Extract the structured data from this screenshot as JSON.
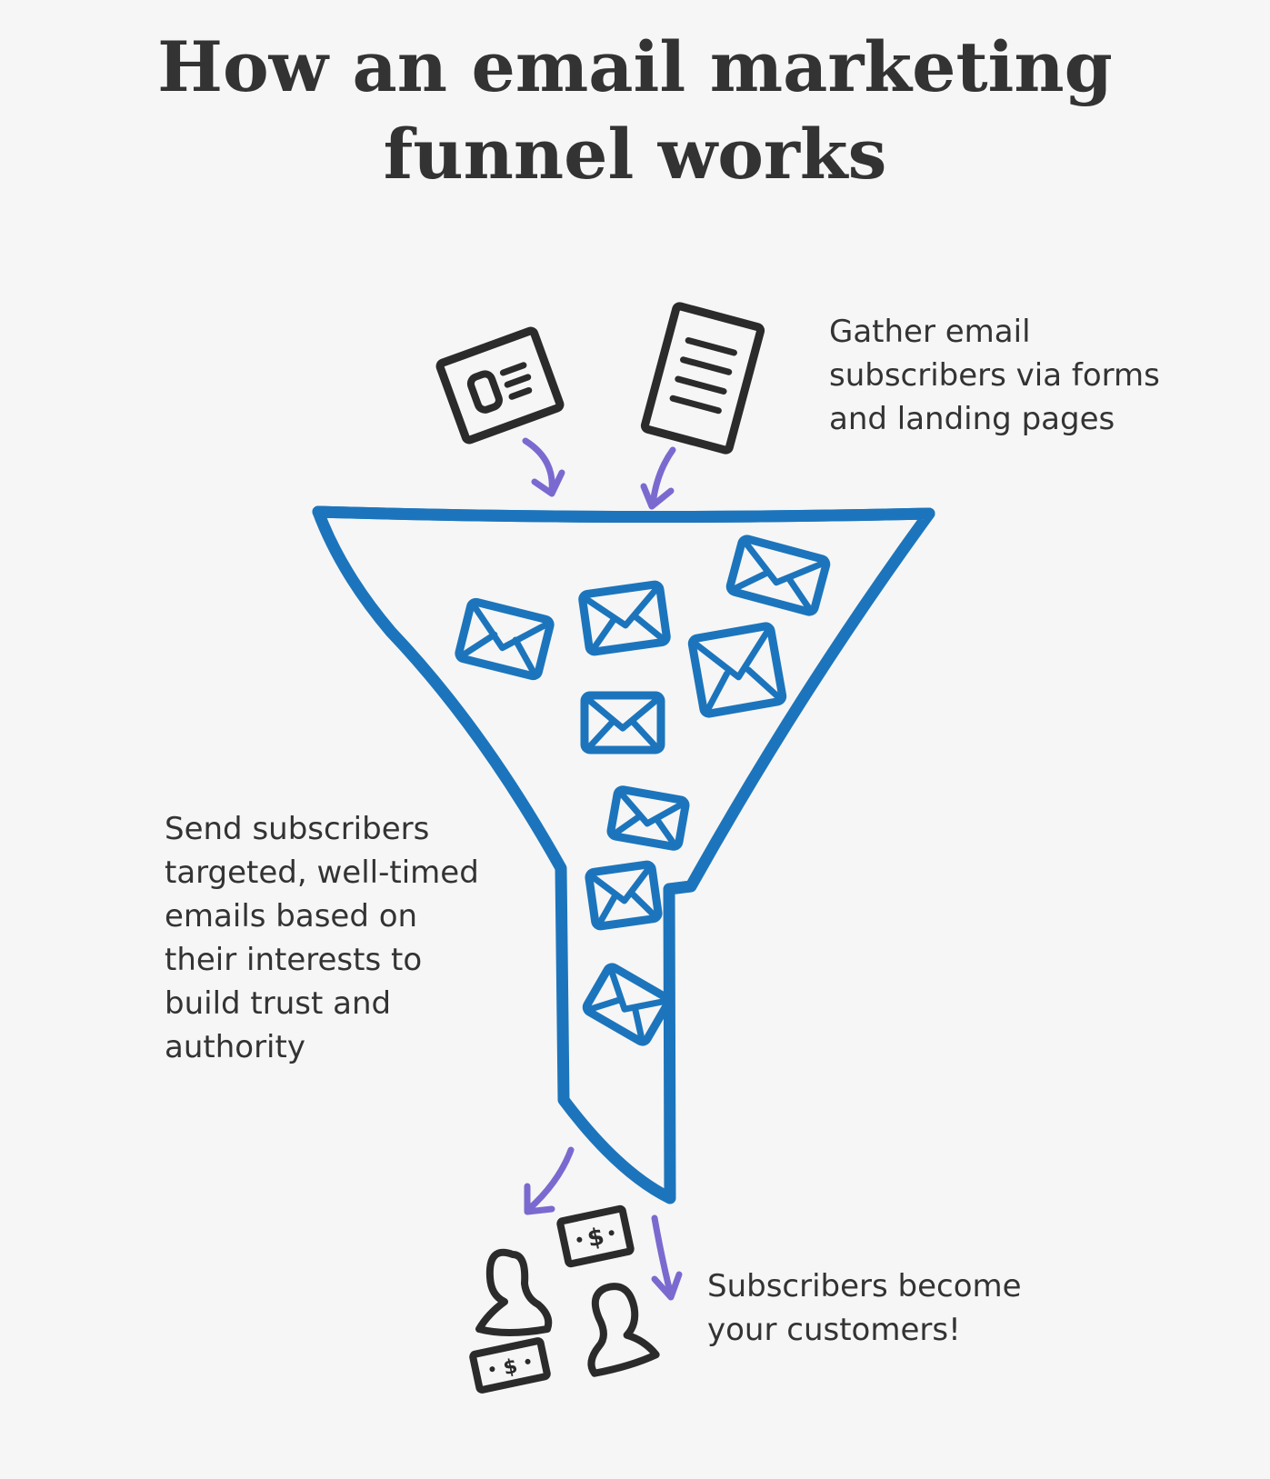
{
  "title": {
    "line1": "How an email marketing",
    "line2": "funnel works"
  },
  "steps": [
    {
      "text": [
        "Gather email",
        "subscribers via forms",
        "and landing pages"
      ]
    },
    {
      "text": [
        "Send subscribers",
        "targeted, well-timed",
        "emails based on",
        "their interests to",
        "build trust and",
        "authority"
      ]
    },
    {
      "text": [
        "Subscribers become",
        "your customers!"
      ]
    }
  ],
  "icons": [
    "form-icon",
    "document-icon",
    "envelope-icon",
    "person-icon",
    "dollar-bill-icon",
    "arrow-icon"
  ],
  "colors": {
    "background": "#f6f6f6",
    "text": "#333333",
    "funnel": "#1c75bc",
    "arrow": "#7a6ad0",
    "sketch": "#2b2b2b"
  }
}
